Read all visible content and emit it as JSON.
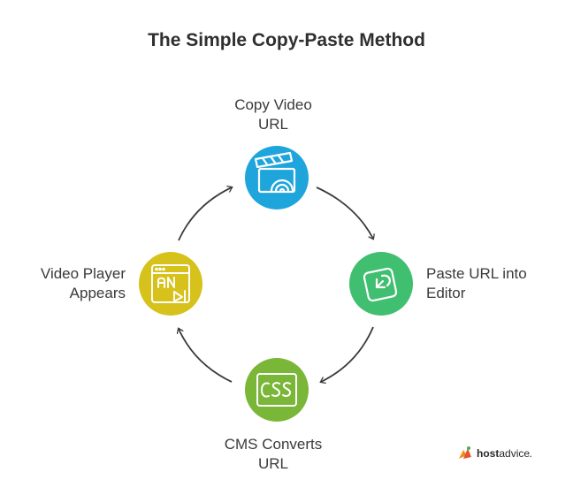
{
  "title": "The Simple Copy-Paste Method",
  "steps": [
    {
      "label_lines": [
        "Copy Video",
        "URL"
      ],
      "color": "#1ea5dc",
      "icon": "clapperboard-stream-icon"
    },
    {
      "label_lines": [
        "Paste URL into",
        "Editor"
      ],
      "color": "#3fbf6f",
      "icon": "paste-arrow-icon"
    },
    {
      "label_lines": [
        "CMS Converts",
        "URL"
      ],
      "color": "#7ab638",
      "icon": "css-code-icon"
    },
    {
      "label_lines": [
        "Video Player",
        "Appears"
      ],
      "color": "#d6c21a",
      "icon": "video-player-window-icon"
    }
  ],
  "logo": {
    "bold": "host",
    "rest": "advice",
    "dot": "."
  }
}
